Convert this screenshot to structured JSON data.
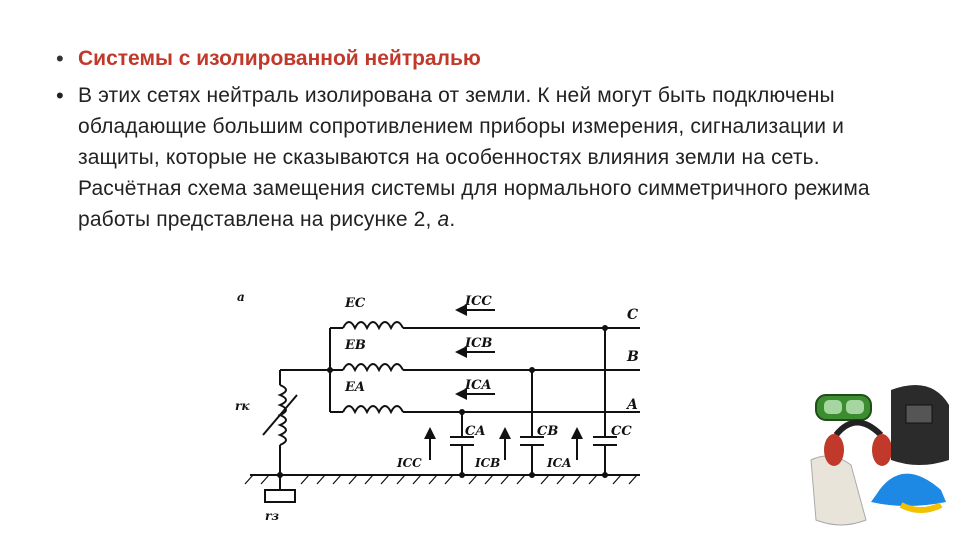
{
  "slide": {
    "bullet1": "Системы с изолированной нейтралью",
    "bullet2_text": "В этих сетях нейтраль изолирована от земли. К ней могут быть подключены обладающие большим сопротивлением приборы измерения, сигнализации и защиты, которые не сказываются на особенностях влияния земли на сеть. Расчётная схема замещения системы для нормального симметричного режима работы представлена на рисунке 2, ",
    "bullet2_italic": "а",
    "bullet2_end": "."
  },
  "diagram": {
    "fig_label": "а",
    "sources": [
      "EC",
      "EB",
      "EA"
    ],
    "currents": [
      "ICC",
      "ICB",
      "ICA"
    ],
    "phases": [
      "C",
      "B",
      "A"
    ],
    "capacitors": [
      "CA",
      "CB",
      "CC"
    ],
    "ground_currents": [
      "ICC",
      "ICB",
      "ICA"
    ],
    "rk": "rк",
    "rz": "rз"
  },
  "colors": {
    "heading": "#c0392b",
    "text": "#222222"
  },
  "icons": [
    "safety-equipment-image"
  ]
}
